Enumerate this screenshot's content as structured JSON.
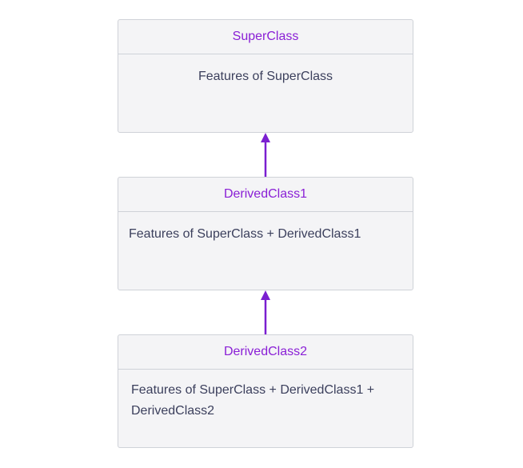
{
  "diagram": {
    "classes": [
      {
        "name": "SuperClass",
        "features": "Features of SuperClass"
      },
      {
        "name": "DerivedClass1",
        "features": "Features of SuperClass + DerivedClass1"
      },
      {
        "name": "DerivedClass2",
        "features": "Features of SuperClass + DerivedClass1 + DerivedClass2"
      }
    ],
    "colors": {
      "header_text": "#8a1fd6",
      "body_text": "#3b3f5c",
      "box_fill": "#f4f4f6",
      "box_border": "#cfd2d8",
      "arrow": "#7a1fd0"
    }
  }
}
